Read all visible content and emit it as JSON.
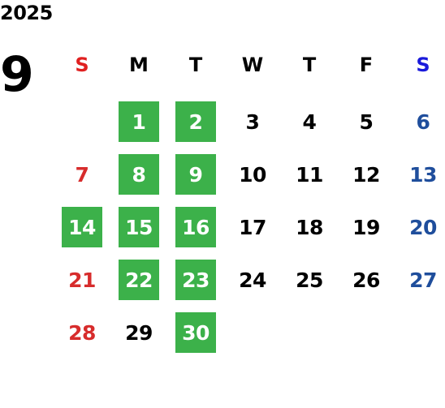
{
  "calendar": {
    "year": "2025",
    "month": "9",
    "weekdays": [
      {
        "label": "S",
        "color": "#e02020"
      },
      {
        "label": "M",
        "color": "#000000"
      },
      {
        "label": "T",
        "color": "#000000"
      },
      {
        "label": "W",
        "color": "#000000"
      },
      {
        "label": "T",
        "color": "#000000"
      },
      {
        "label": "F",
        "color": "#000000"
      },
      {
        "label": "S",
        "color": "#1a1adb"
      }
    ],
    "colors": {
      "sunday": "#d72c2c",
      "saturday": "#1f4e9c",
      "weekday": "#000000",
      "highlight": "#3cb14a"
    },
    "first_weekday_index": 1,
    "days": [
      {
        "day": "1",
        "highlighted": true
      },
      {
        "day": "2",
        "highlighted": true
      },
      {
        "day": "3",
        "highlighted": false
      },
      {
        "day": "4",
        "highlighted": false
      },
      {
        "day": "5",
        "highlighted": false
      },
      {
        "day": "6",
        "highlighted": false
      },
      {
        "day": "7",
        "highlighted": false
      },
      {
        "day": "8",
        "highlighted": true
      },
      {
        "day": "9",
        "highlighted": true
      },
      {
        "day": "10",
        "highlighted": false
      },
      {
        "day": "11",
        "highlighted": false
      },
      {
        "day": "12",
        "highlighted": false
      },
      {
        "day": "13",
        "highlighted": false
      },
      {
        "day": "14",
        "highlighted": true
      },
      {
        "day": "15",
        "highlighted": true
      },
      {
        "day": "16",
        "highlighted": true
      },
      {
        "day": "17",
        "highlighted": false
      },
      {
        "day": "18",
        "highlighted": false
      },
      {
        "day": "19",
        "highlighted": false
      },
      {
        "day": "20",
        "highlighted": false
      },
      {
        "day": "21",
        "highlighted": false
      },
      {
        "day": "22",
        "highlighted": true
      },
      {
        "day": "23",
        "highlighted": true
      },
      {
        "day": "24",
        "highlighted": false
      },
      {
        "day": "25",
        "highlighted": false
      },
      {
        "day": "26",
        "highlighted": false
      },
      {
        "day": "27",
        "highlighted": false
      },
      {
        "day": "28",
        "highlighted": false
      },
      {
        "day": "29",
        "highlighted": false
      },
      {
        "day": "30",
        "highlighted": true
      }
    ]
  }
}
